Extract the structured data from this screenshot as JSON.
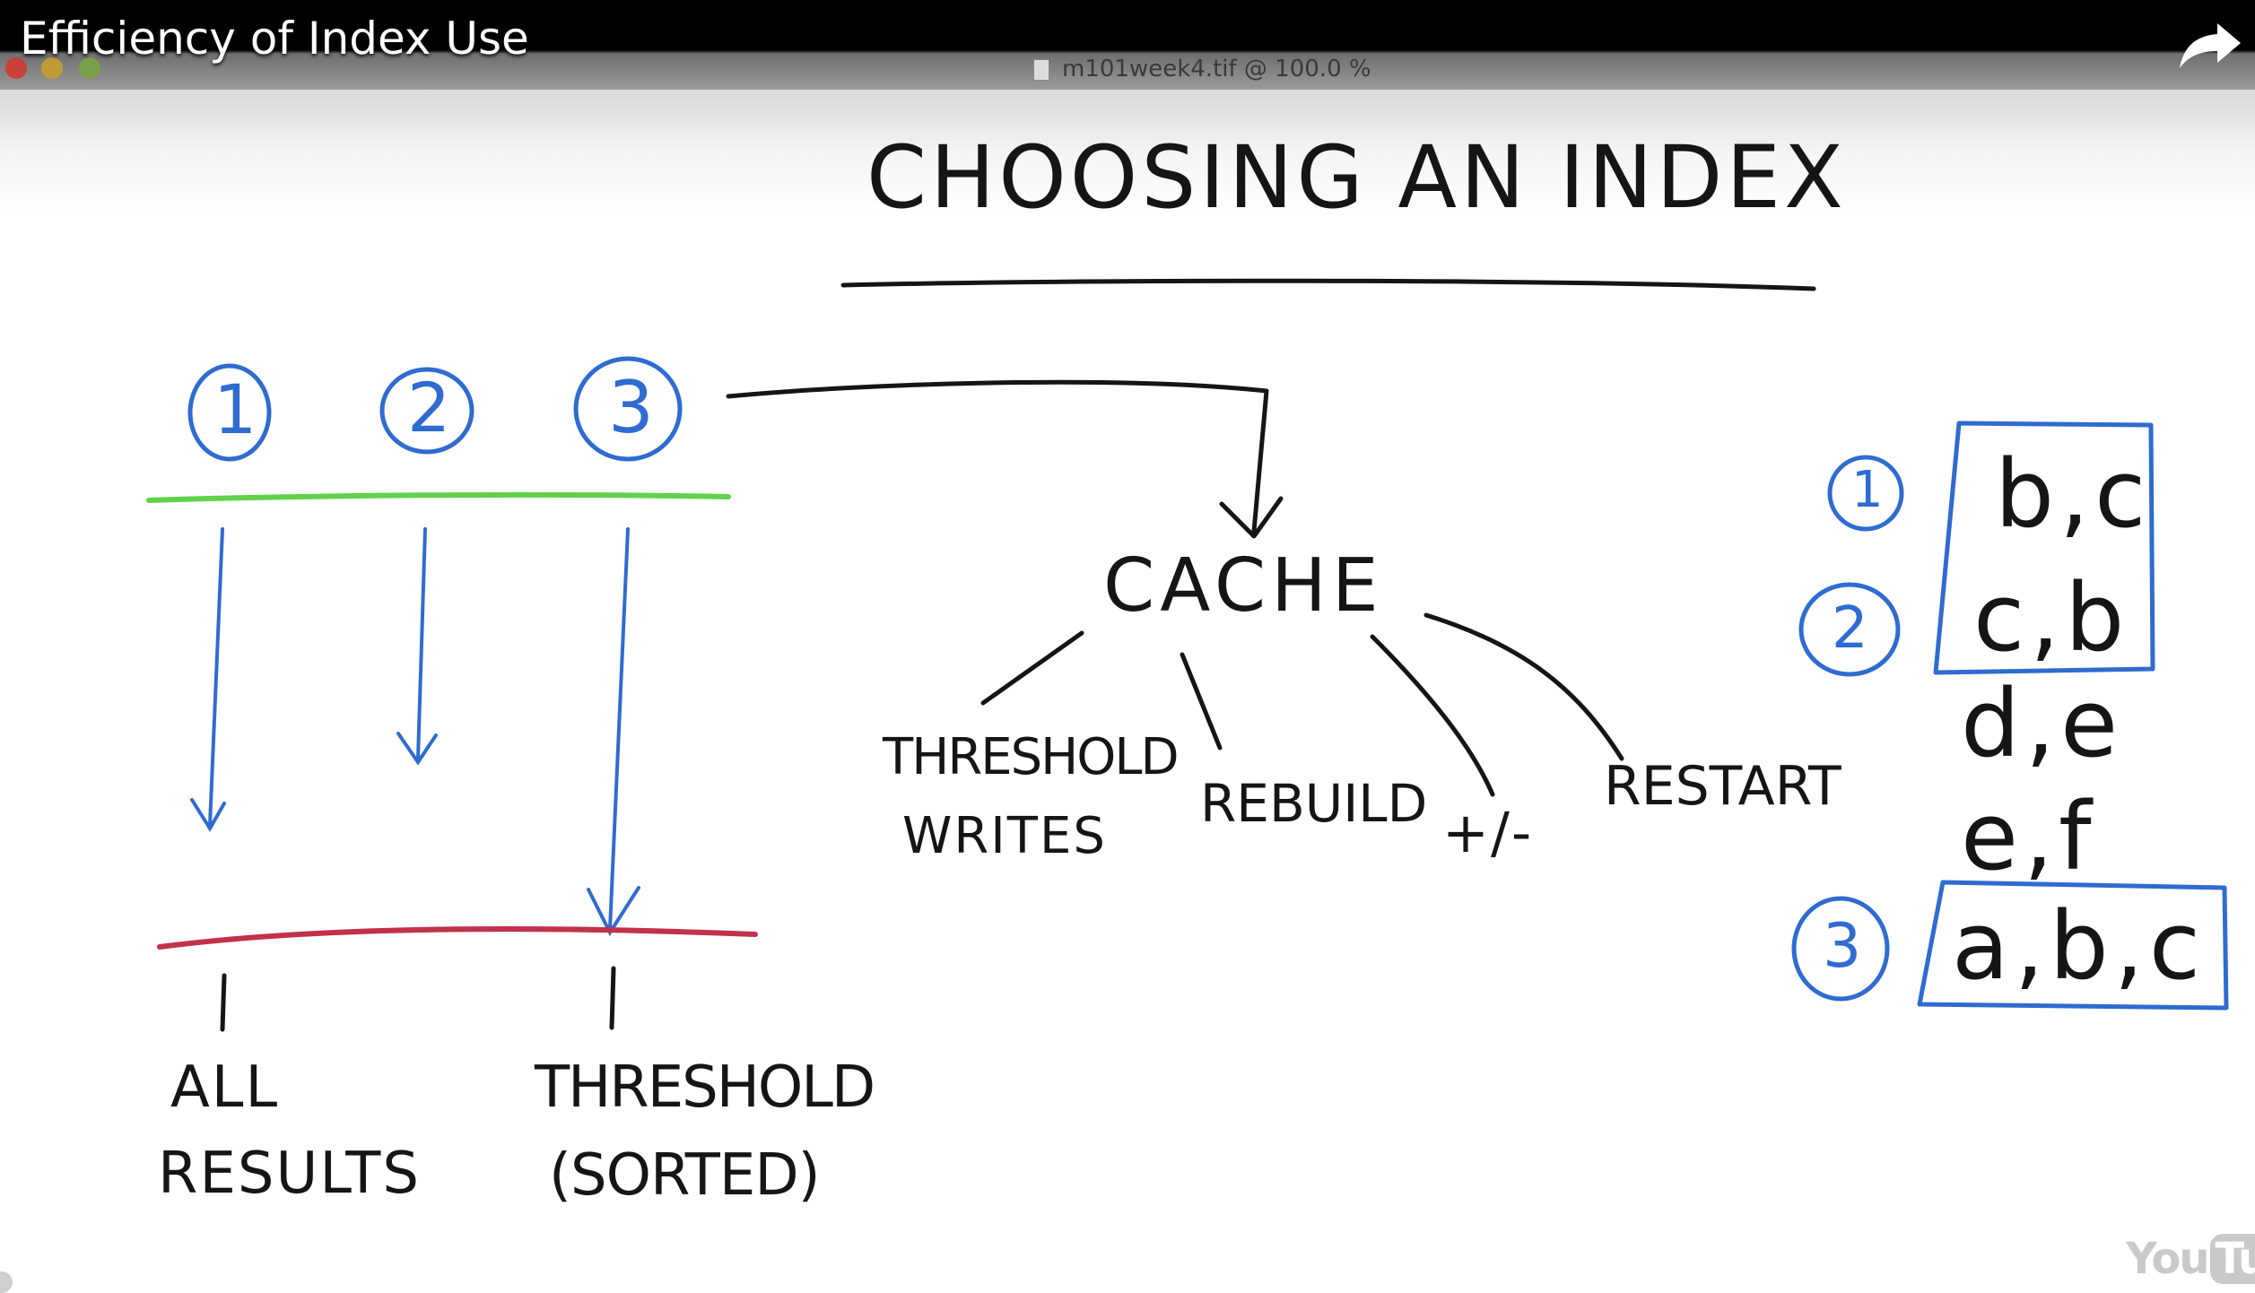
{
  "video": {
    "title": "Efficiency of Index Use"
  },
  "window": {
    "document_title": "m101week4.tif @ 100.0 %"
  },
  "board": {
    "heading": "CHOOSING AN INDEX",
    "plans": [
      "1",
      "2",
      "3"
    ],
    "cache": "CACHE",
    "cache_branches": [
      "THRESHOLD",
      "WRITES",
      "REBUILD",
      "+/-",
      "RESTART"
    ],
    "bottom_left": [
      "ALL",
      "RESULTS"
    ],
    "bottom_right": [
      "THRESHOLD",
      "(SORTED)"
    ],
    "index_list": {
      "labels": [
        "1",
        "2",
        "3"
      ],
      "entries": [
        "b,c",
        "c,b",
        "d,e",
        "e,f",
        "a,b,c"
      ]
    }
  },
  "colors": {
    "ink": "#151515",
    "blue": "#2f6bd1",
    "green": "#5fd24a",
    "red": "#c2314b"
  },
  "icons": {
    "share": "share-arrow-icon",
    "brand": "youtube-logo"
  },
  "branding": {
    "logo_text": "You",
    "logo_tube": "Tube"
  }
}
